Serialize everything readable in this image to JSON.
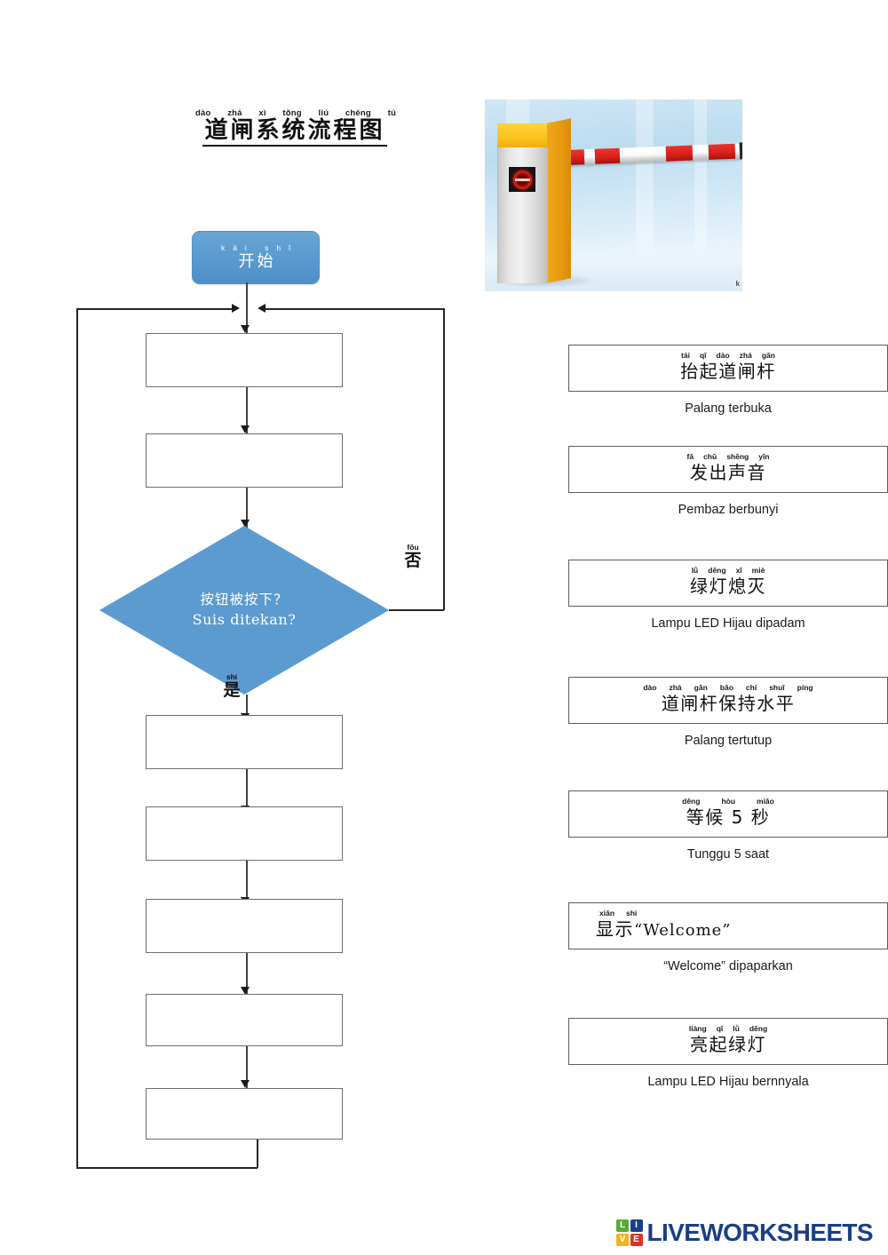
{
  "title": {
    "pinyin": [
      "dào",
      "zhá",
      "xì",
      "tǒng",
      "liú",
      "chéng",
      "tú"
    ],
    "han": "道闸系统流程图"
  },
  "photo": {
    "alt_name": "barrier-gate-photo",
    "watermark": "k"
  },
  "flowchart": {
    "start": {
      "pinyin": "kāi  shǐ",
      "han": "开始"
    },
    "decision": {
      "han": "按钮被按下？",
      "ms": "Suis ditekan?"
    },
    "branch_no": {
      "pinyin": "fǒu",
      "han": "否"
    },
    "branch_yes": {
      "pinyin": "shì",
      "han": "是"
    },
    "drop_boxes": [
      {
        "label": ""
      },
      {
        "label": ""
      },
      {
        "label": ""
      },
      {
        "label": ""
      },
      {
        "label": ""
      },
      {
        "label": ""
      },
      {
        "label": ""
      }
    ]
  },
  "answers": [
    {
      "pinyin": [
        "tái",
        "qǐ",
        "dào",
        "zhá",
        "gān"
      ],
      "han": "抬起道闸杆",
      "ms": "Palang terbuka"
    },
    {
      "pinyin": [
        "fā",
        "chū",
        "shēng",
        "yīn"
      ],
      "han": "发出声音",
      "ms": "Pembaz berbunyi"
    },
    {
      "pinyin": [
        "lǜ",
        "dēng",
        "xī",
        "miè"
      ],
      "han": "绿灯熄灭",
      "ms": "Lampu LED Hijau dipadam"
    },
    {
      "pinyin": [
        "dào",
        "zhá",
        "gān",
        "bǎo",
        "chí",
        "shuǐ",
        "píng"
      ],
      "han": "道闸杆保持水平",
      "ms": "Palang tertutup"
    },
    {
      "pinyin": [
        "děng",
        "hòu",
        "miǎo"
      ],
      "han": "等候 5 秒",
      "ms": "Tunggu 5 saat"
    },
    {
      "pinyin": [
        "xiǎn",
        "shì"
      ],
      "han": "显示",
      "han_latin": "“Welcome”",
      "ms": "“Welcome” dipaparkan"
    },
    {
      "pinyin": [
        "liàng",
        "qǐ",
        "lǜ",
        "dēng"
      ],
      "han": "亮起绿灯",
      "ms": "Lampu LED Hijau bernnyala"
    }
  ],
  "footer": {
    "tiles": [
      "L",
      "I",
      "V",
      "E"
    ],
    "word": "LIVEWORKSHEETS",
    "colors": {
      "tile_l": "#5aa832",
      "tile_i": "#1b3f86",
      "tile_v": "#f0b323",
      "tile_e": "#d7342a",
      "word": "#1b3f86"
    }
  },
  "colors": {
    "node_blue": "#5b9bd0",
    "box_border": "#6f6f6f",
    "line": "#404040"
  }
}
